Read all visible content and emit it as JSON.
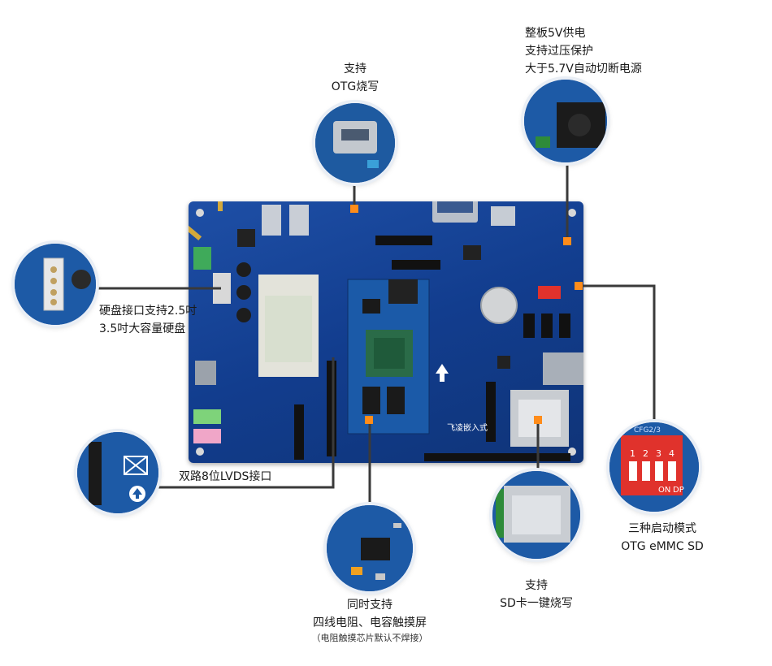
{
  "labels": {
    "otg": {
      "line1": "支持",
      "line2": "OTG烧写"
    },
    "power": {
      "line1": "整板5V供电",
      "line2": "支持过压保护",
      "line3": "大于5.7V自动切断电源"
    },
    "hdd": {
      "line1": "硬盘接口支持2.5吋",
      "line2": "3.5吋大容量硬盘"
    },
    "lvds": {
      "line1": "双路8位LVDS接口"
    },
    "touch": {
      "line1": "同时支持",
      "line2": "四线电阻、电容触摸屏",
      "note": "（电阻触摸芯片默认不焊接）"
    },
    "sd": {
      "line1": "支持",
      "line2": "SD卡一键烧写"
    },
    "boot": {
      "line1": "三种启动模式",
      "line2": "OTG eMMC SD"
    }
  },
  "board_text": {
    "brand": "飞凌嵌入式",
    "switch_on": "ON",
    "switch_dp": "DP",
    "switch_nums": [
      "1",
      "2",
      "3",
      "4"
    ],
    "switch_model": "CFG2/3"
  },
  "colors": {
    "pcb": "#1a4b9c",
    "leader": "#3a3a3a",
    "marker": "#ff8c1a",
    "switch_red": "#e0322c"
  }
}
